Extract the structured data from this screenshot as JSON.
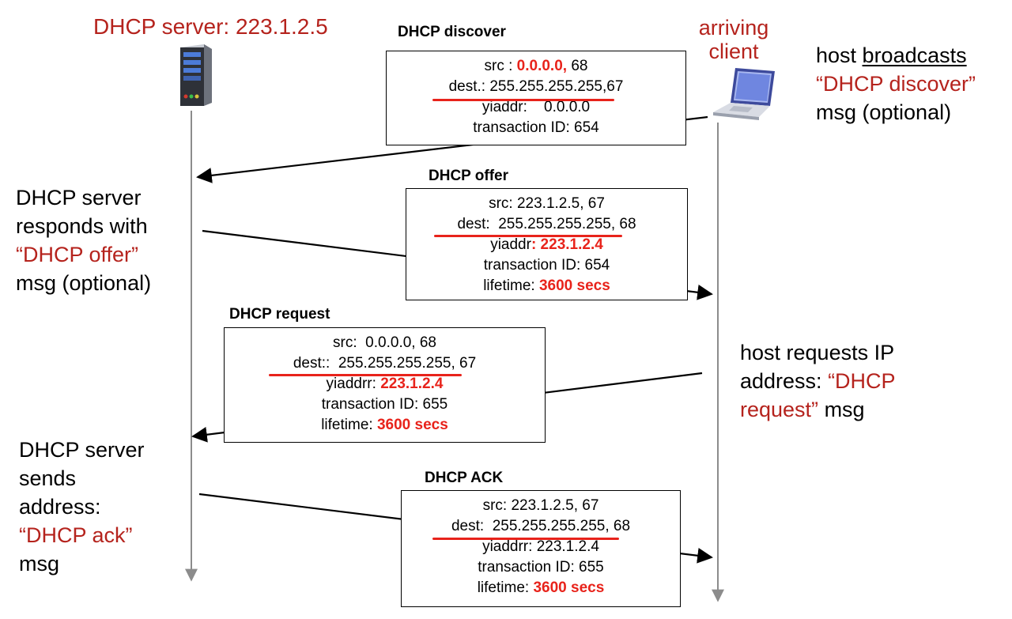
{
  "server": {
    "label": "DHCP server: 223.1.2.5",
    "icon": "server-tower-icon"
  },
  "client": {
    "label_line1": "arriving",
    "label_line2": "client",
    "icon": "laptop-icon"
  },
  "annotations": {
    "discover": {
      "pre": "host ",
      "underlined": "broadcasts",
      "quote": "“DHCP discover”",
      "post": "msg (optional)"
    },
    "offer": {
      "line1": "DHCP server",
      "line2": "responds with",
      "quote": "“DHCP offer”",
      "post": "msg (optional)"
    },
    "request": {
      "line1": "host requests IP",
      "line2_pre": "address: ",
      "line2_quote": "“DHCP",
      "line3_quote": "request”",
      "line3_post": " msg"
    },
    "ack": {
      "line1": "DHCP server",
      "line2": "sends",
      "line3": "address:",
      "quote": "“DHCP ack”",
      "post": "msg"
    }
  },
  "messages": {
    "discover": {
      "title": "DHCP discover",
      "src_label": "src : ",
      "src_ip": "0.0.0.0,",
      "src_port": " 68",
      "dest": "dest.: 255.255.255.255,67",
      "yiaddr": "yiaddr:    0.0.0.0",
      "txid": "transaction ID: 654"
    },
    "offer": {
      "title": "DHCP offer",
      "src": "src: 223.1.2.5, 67",
      "dest": "dest:  255.255.255.255, 68",
      "yiaddr_label": "yiaddr",
      "yiaddr_value": ": 223.1.2.4",
      "txid": "transaction ID: 654",
      "lifetime_label": "lifetime: ",
      "lifetime_value": "3600 secs"
    },
    "request": {
      "title": "DHCP request",
      "src": "src:  0.0.0.0, 68",
      "dest": "dest::  255.255.255.255, 67",
      "yiaddr_label": "yiaddrr: ",
      "yiaddr_value": "223.1.2.4",
      "txid": "transaction ID: 655",
      "lifetime_label": "lifetime: ",
      "lifetime_value": "3600 secs"
    },
    "ack": {
      "title": "DHCP ACK",
      "src": "src: 223.1.2.5, 67",
      "dest": "dest:  255.255.255.255, 68",
      "yiaddr": "yiaddrr: 223.1.2.4",
      "txid": "transaction ID: 655",
      "lifetime_label": "lifetime: ",
      "lifetime_value": "3600 secs"
    }
  },
  "colors": {
    "label_red": "#b5231d",
    "value_red": "#e8231b",
    "timeline": "#8c8c8c"
  }
}
